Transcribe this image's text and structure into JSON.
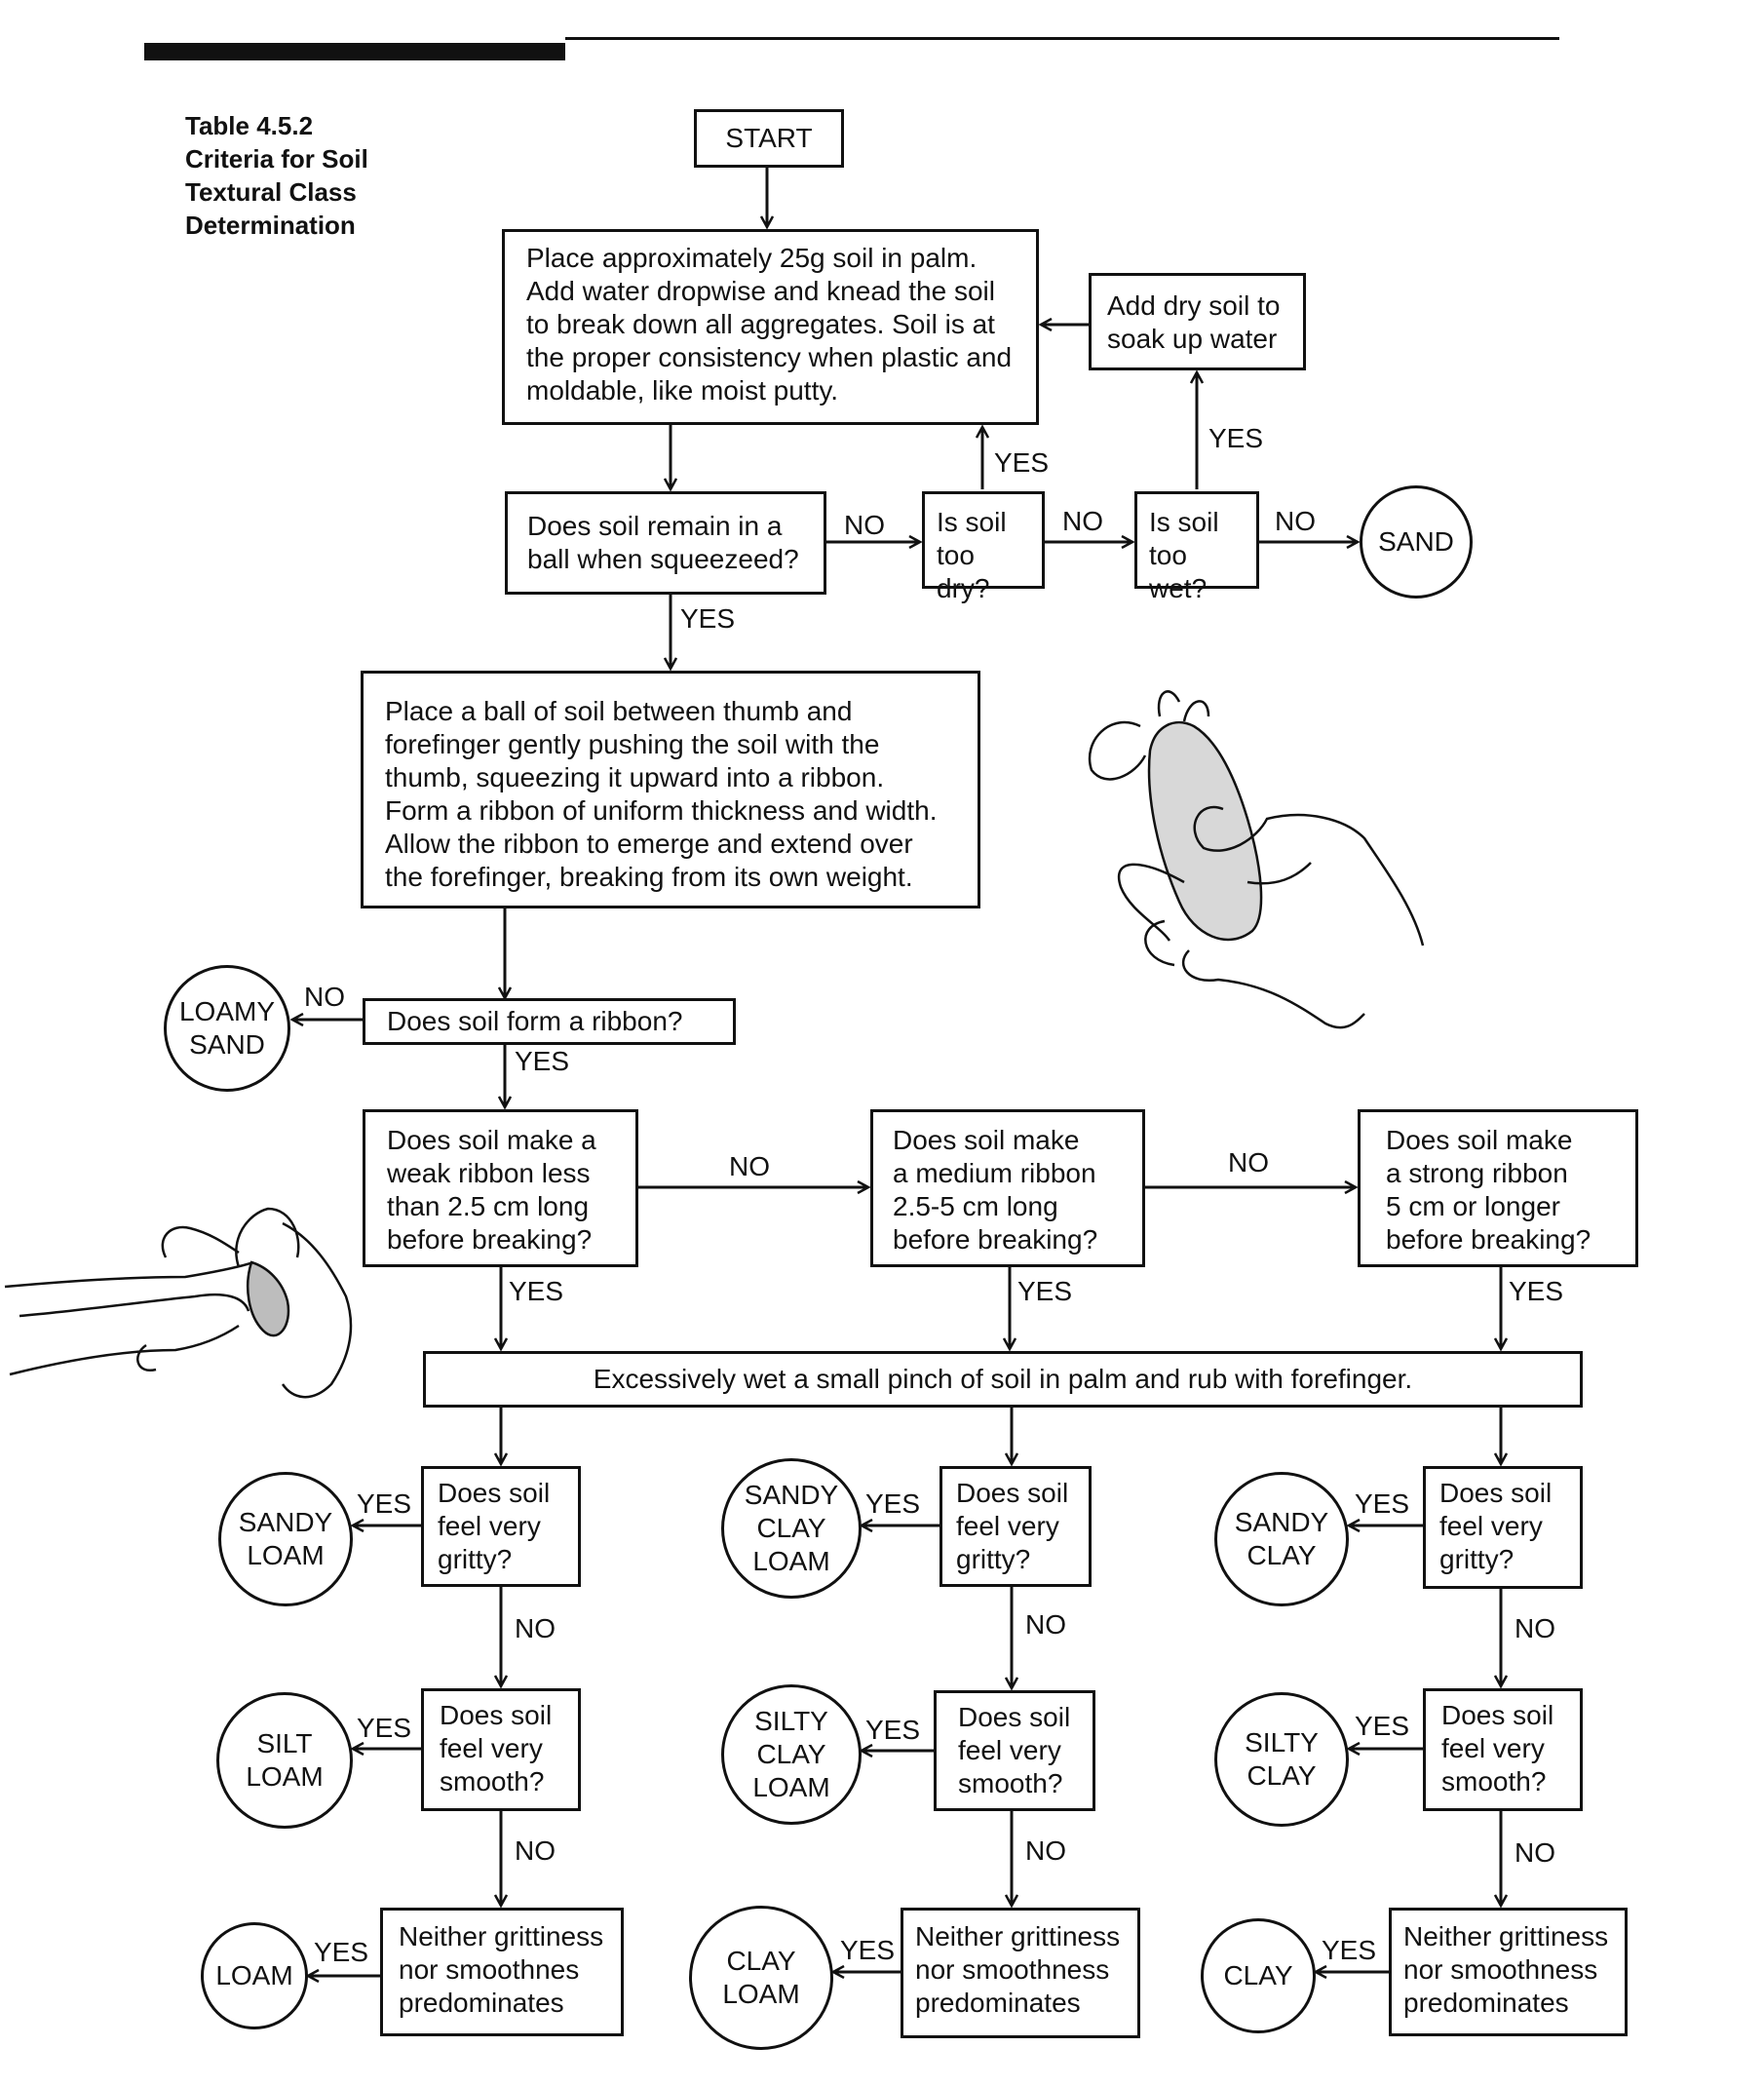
{
  "caption": [
    "Table 4.5.2",
    "Criteria for Soil",
    "Textural Class",
    "Determination"
  ],
  "nodes": {
    "start": "START",
    "place_soil": [
      "Place approximately 25g soil in palm.",
      "Add water dropwise and knead the soil",
      "to break down all aggregates. Soil is at",
      "the proper consistency when plastic and",
      "moldable, like moist putty."
    ],
    "add_dry_soil": [
      "Add dry soil to",
      "soak up water"
    ],
    "ball_question": [
      "Does soil remain in a",
      "ball  when squeezeed?"
    ],
    "too_dry": [
      "Is soil",
      "too dry?"
    ],
    "too_wet": [
      "Is soil",
      "too wet?"
    ],
    "sand": "SAND",
    "ribbon_instructions": [
      "Place a ball of soil between thumb and",
      "forefinger gently pushing the soil with the",
      "thumb, squeezing it upward into a ribbon.",
      "Form a ribbon of uniform thickness and width.",
      "Allow the ribbon to emerge and extend over",
      "the forefinger, breaking from its own weight."
    ],
    "ribbon_question": "Does soil form a ribbon?",
    "loamy_sand": [
      "LOAMY",
      "SAND"
    ],
    "weak_ribbon": [
      "Does soil make a",
      "weak ribbon less",
      "than 2.5 cm long",
      "before breaking?"
    ],
    "medium_ribbon": [
      "Does soil make",
      "a medium ribbon",
      "2.5-5 cm long",
      "before breaking?"
    ],
    "strong_ribbon": [
      "Does soil make",
      "a strong ribbon",
      "5 cm or longer",
      "before breaking?"
    ],
    "wet_pinch": "Excessively wet a small pinch of soil in palm and rub with forefinger.",
    "gritty": [
      "Does soil",
      "feel very",
      "gritty?"
    ],
    "smooth": [
      "Does soil",
      "feel very",
      "smooth?"
    ],
    "neither_1": [
      "Neither grittiness",
      "nor smoothnes",
      "predominates"
    ],
    "neither_2": [
      "Neither grittiness",
      "nor smoothness",
      "predominates"
    ],
    "sandy_loam": [
      "SANDY",
      "LOAM"
    ],
    "silt_loam": [
      "SILT",
      "LOAM"
    ],
    "loam": "LOAM",
    "sandy_clay_loam": [
      "SANDY",
      "CLAY",
      "LOAM"
    ],
    "silty_clay_loam": [
      "SILTY",
      "CLAY",
      "LOAM"
    ],
    "clay_loam": [
      "CLAY",
      "LOAM"
    ],
    "sandy_clay": [
      "SANDY",
      "CLAY"
    ],
    "silty_clay": [
      "SILTY",
      "CLAY"
    ],
    "clay": "CLAY"
  },
  "labels": {
    "yes": "YES",
    "no": "NO"
  },
  "colors": {
    "ink": "#111111",
    "paper": "#ffffff"
  },
  "illustrations": [
    "hand-forming-ribbon",
    "hand-rubbing-soil"
  ]
}
